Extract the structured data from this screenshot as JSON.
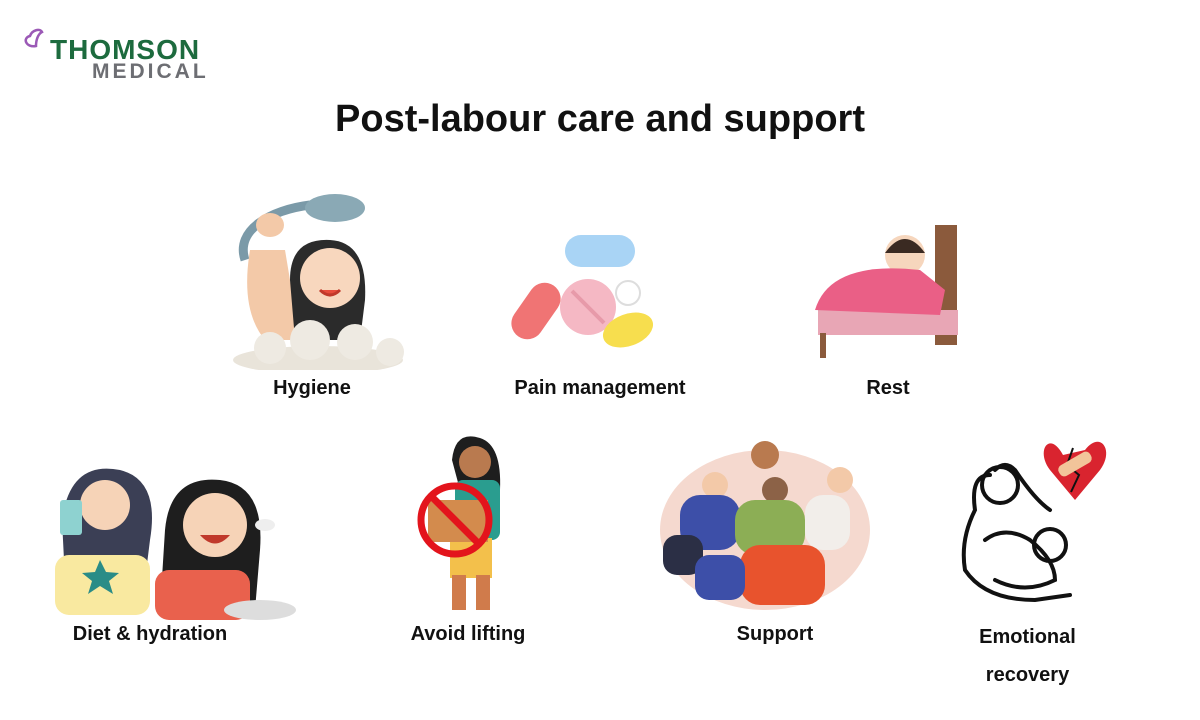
{
  "brand": {
    "name_top": "THOMSON",
    "name_bottom": "MEDICAL",
    "primary_color": "#1d6b3e",
    "secondary_color": "#6d6e73",
    "logo_accent": "#9b59b6"
  },
  "title": "Post-labour care and support",
  "items": [
    {
      "label": "Hygiene",
      "icon": "shower-icon"
    },
    {
      "label": "Pain management",
      "icon": "pills-icon"
    },
    {
      "label": "Rest",
      "icon": "bed-icon"
    },
    {
      "label": "Diet & hydration",
      "icon": "eating-drinking-icon"
    },
    {
      "label": "Avoid lifting",
      "icon": "no-lifting-icon"
    },
    {
      "label": "Support",
      "icon": "group-hug-icon"
    },
    {
      "label": "Emotional recovery",
      "label_line1": "Emotional",
      "label_line2": "recovery",
      "icon": "mother-baby-heart-icon"
    }
  ]
}
